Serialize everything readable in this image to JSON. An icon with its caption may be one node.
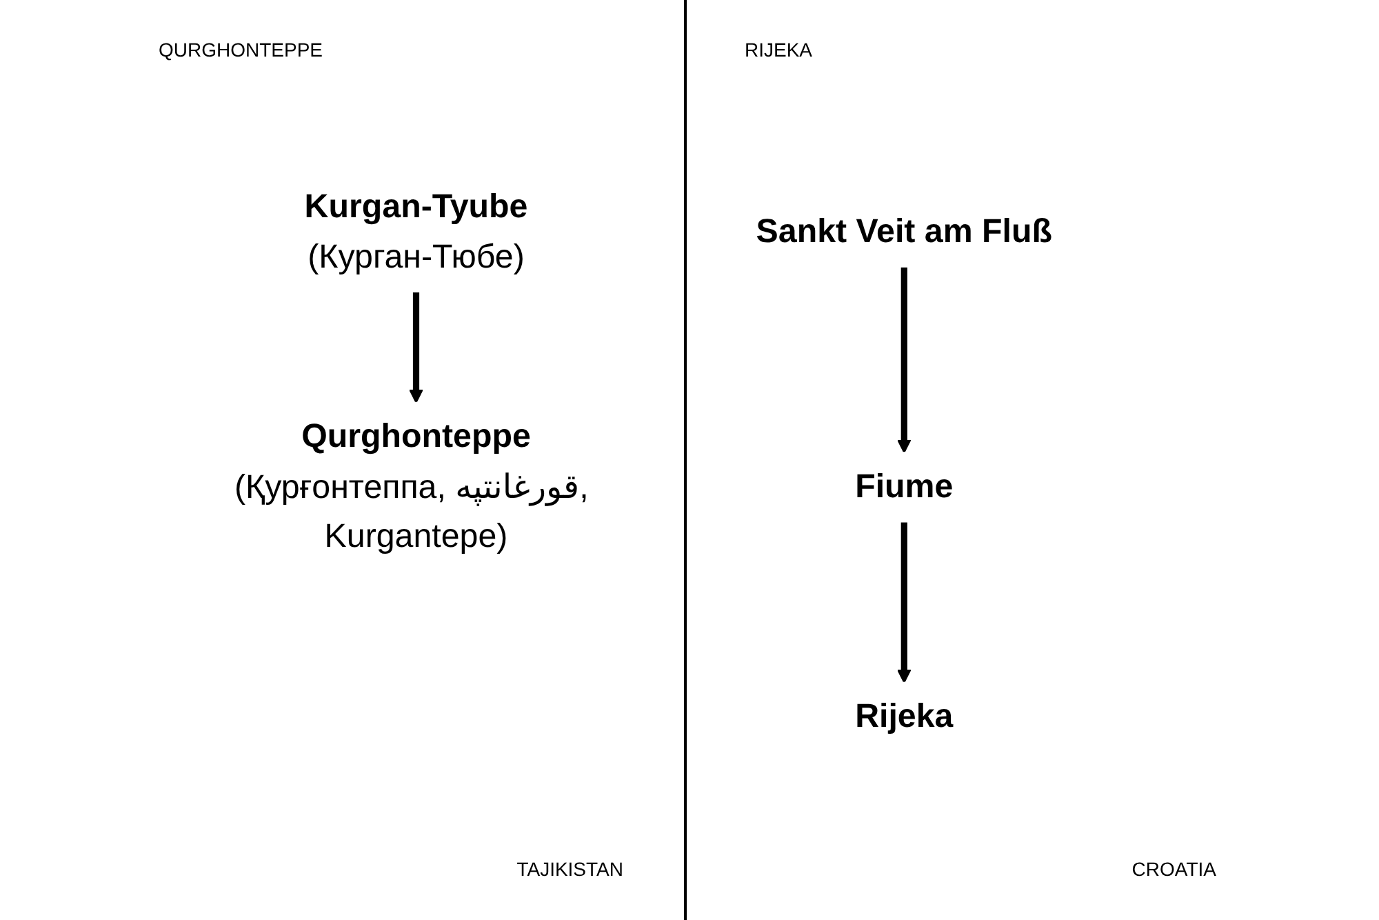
{
  "diagram": {
    "nodes": [
      {
        "text": [
          "Kurgan-Tyube",
          "(Курган-Тюбе)"
        ]
      },
      {
        "text": [
          "Qurghonteppe",
          "(Қурғонтеппа, قورغانتپه, Kurgantepe)"
        ]
      },
      {
        "text": [
          "Sankt Veit am Fluß"
        ]
      },
      {
        "text": [
          "Fiume"
        ]
      },
      {
        "text": [
          "Rijeka"
        ]
      }
    ],
    "edges": [
      {
        "from": 0,
        "to": 1,
        "arrow": "to"
      },
      {
        "from": 2,
        "to": 3,
        "arrow": "to"
      },
      {
        "from": 3,
        "to": 4,
        "arrow": "to"
      }
    ],
    "labels": [
      "QURGHONTEPPE",
      "RIJEKA",
      "TAJIKISTAN",
      "CROATIA"
    ]
  }
}
